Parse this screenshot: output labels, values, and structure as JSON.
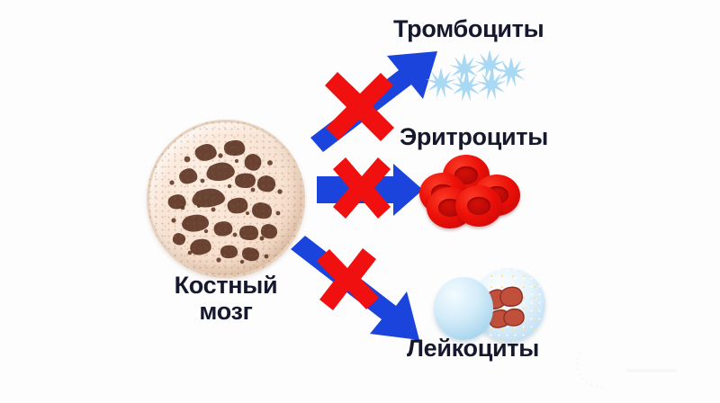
{
  "diagram": {
    "title_text": "",
    "background_color": "#fdfdfd",
    "text_color": "#16182e",
    "arrow_color": "#1a44dc",
    "cross_color": "#f01010"
  },
  "source": {
    "label": "Костный мозг",
    "label_line1": "Костный",
    "label_line2": "мозг",
    "icon_name": "bone-marrow-disc",
    "fill_color": "#f8e2d1",
    "blob_color": "#5d3524"
  },
  "branches": [
    {
      "id": "platelets",
      "label": "Тромбоциты",
      "icon_name": "platelet-cluster-icon",
      "icon_color": "#a8d8f2",
      "arrow_name": "arrow-to-platelets",
      "arrow_direction": "up-right",
      "blocked": true,
      "block_marker": "red-x-cross"
    },
    {
      "id": "erythrocytes",
      "label": "Эритроциты",
      "icon_name": "red-blood-cell-cluster-icon",
      "icon_color": "#ec1008",
      "arrow_name": "arrow-to-erythrocytes",
      "arrow_direction": "right",
      "blocked": true,
      "block_marker": "red-x-cross"
    },
    {
      "id": "leukocytes",
      "label": "Лейкоциты",
      "icon_name": "white-blood-cell-cluster-icon",
      "icon_color": "#c5e2f4",
      "arrow_name": "arrow-to-leukocytes",
      "arrow_direction": "down-right",
      "blocked": true,
      "block_marker": "red-x-cross"
    }
  ]
}
